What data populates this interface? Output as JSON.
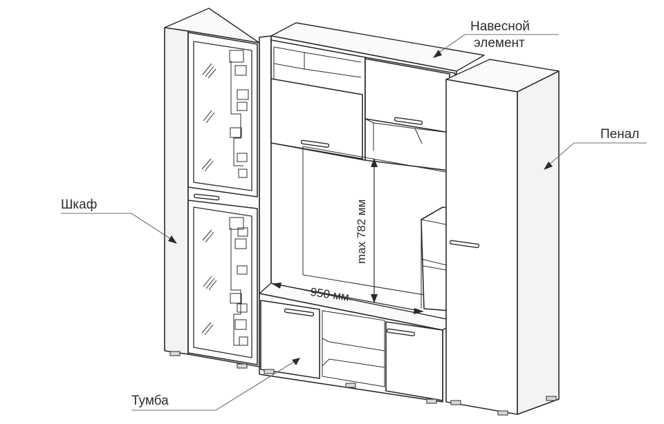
{
  "labels": {
    "hanging_line1": "Навесной",
    "hanging_line2": "элемент",
    "penal": "Пенал",
    "shkaf": "Шкаф",
    "tumba": "Тумба"
  },
  "dimensions": {
    "width": "950 мм",
    "height": "max 782 мм"
  }
}
